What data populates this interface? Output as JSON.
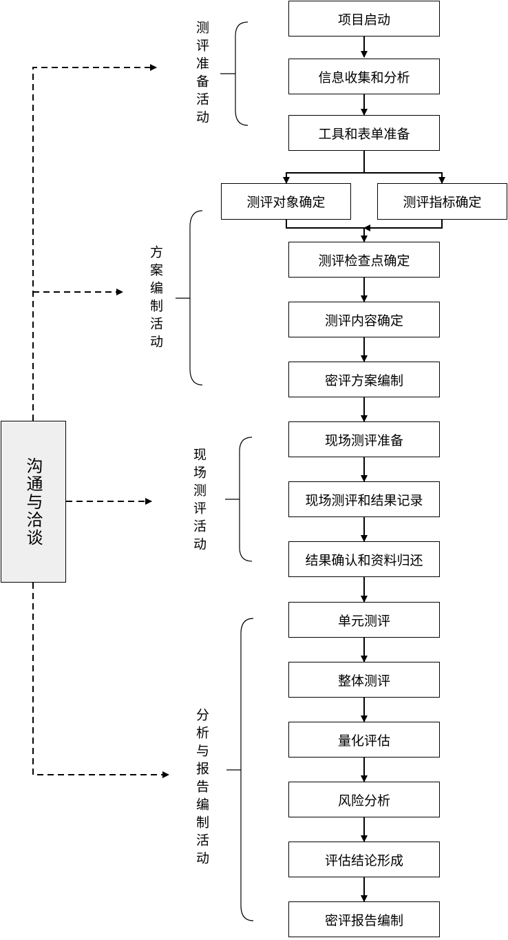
{
  "communication": {
    "label": "沟通与洽谈"
  },
  "phases": {
    "prep": "测评准备活动",
    "plan": "方案编制活动",
    "onsite": "现场测评活动",
    "report": "分析与报告编制活动"
  },
  "steps": {
    "s01": "项目启动",
    "s02": "信息收集和分析",
    "s03": "工具和表单准备",
    "s04a": "测评对象确定",
    "s04b": "测评指标确定",
    "s05": "测评检查点确定",
    "s06": "测评内容确定",
    "s07": "密评方案编制",
    "s08": "现场测评准备",
    "s09": "现场测评和结果记录",
    "s10": "结果确认和资料归还",
    "s11": "单元测评",
    "s12": "整体测评",
    "s13": "量化评估",
    "s14": "风险分析",
    "s15": "评估结论形成",
    "s16": "密评报告编制"
  }
}
